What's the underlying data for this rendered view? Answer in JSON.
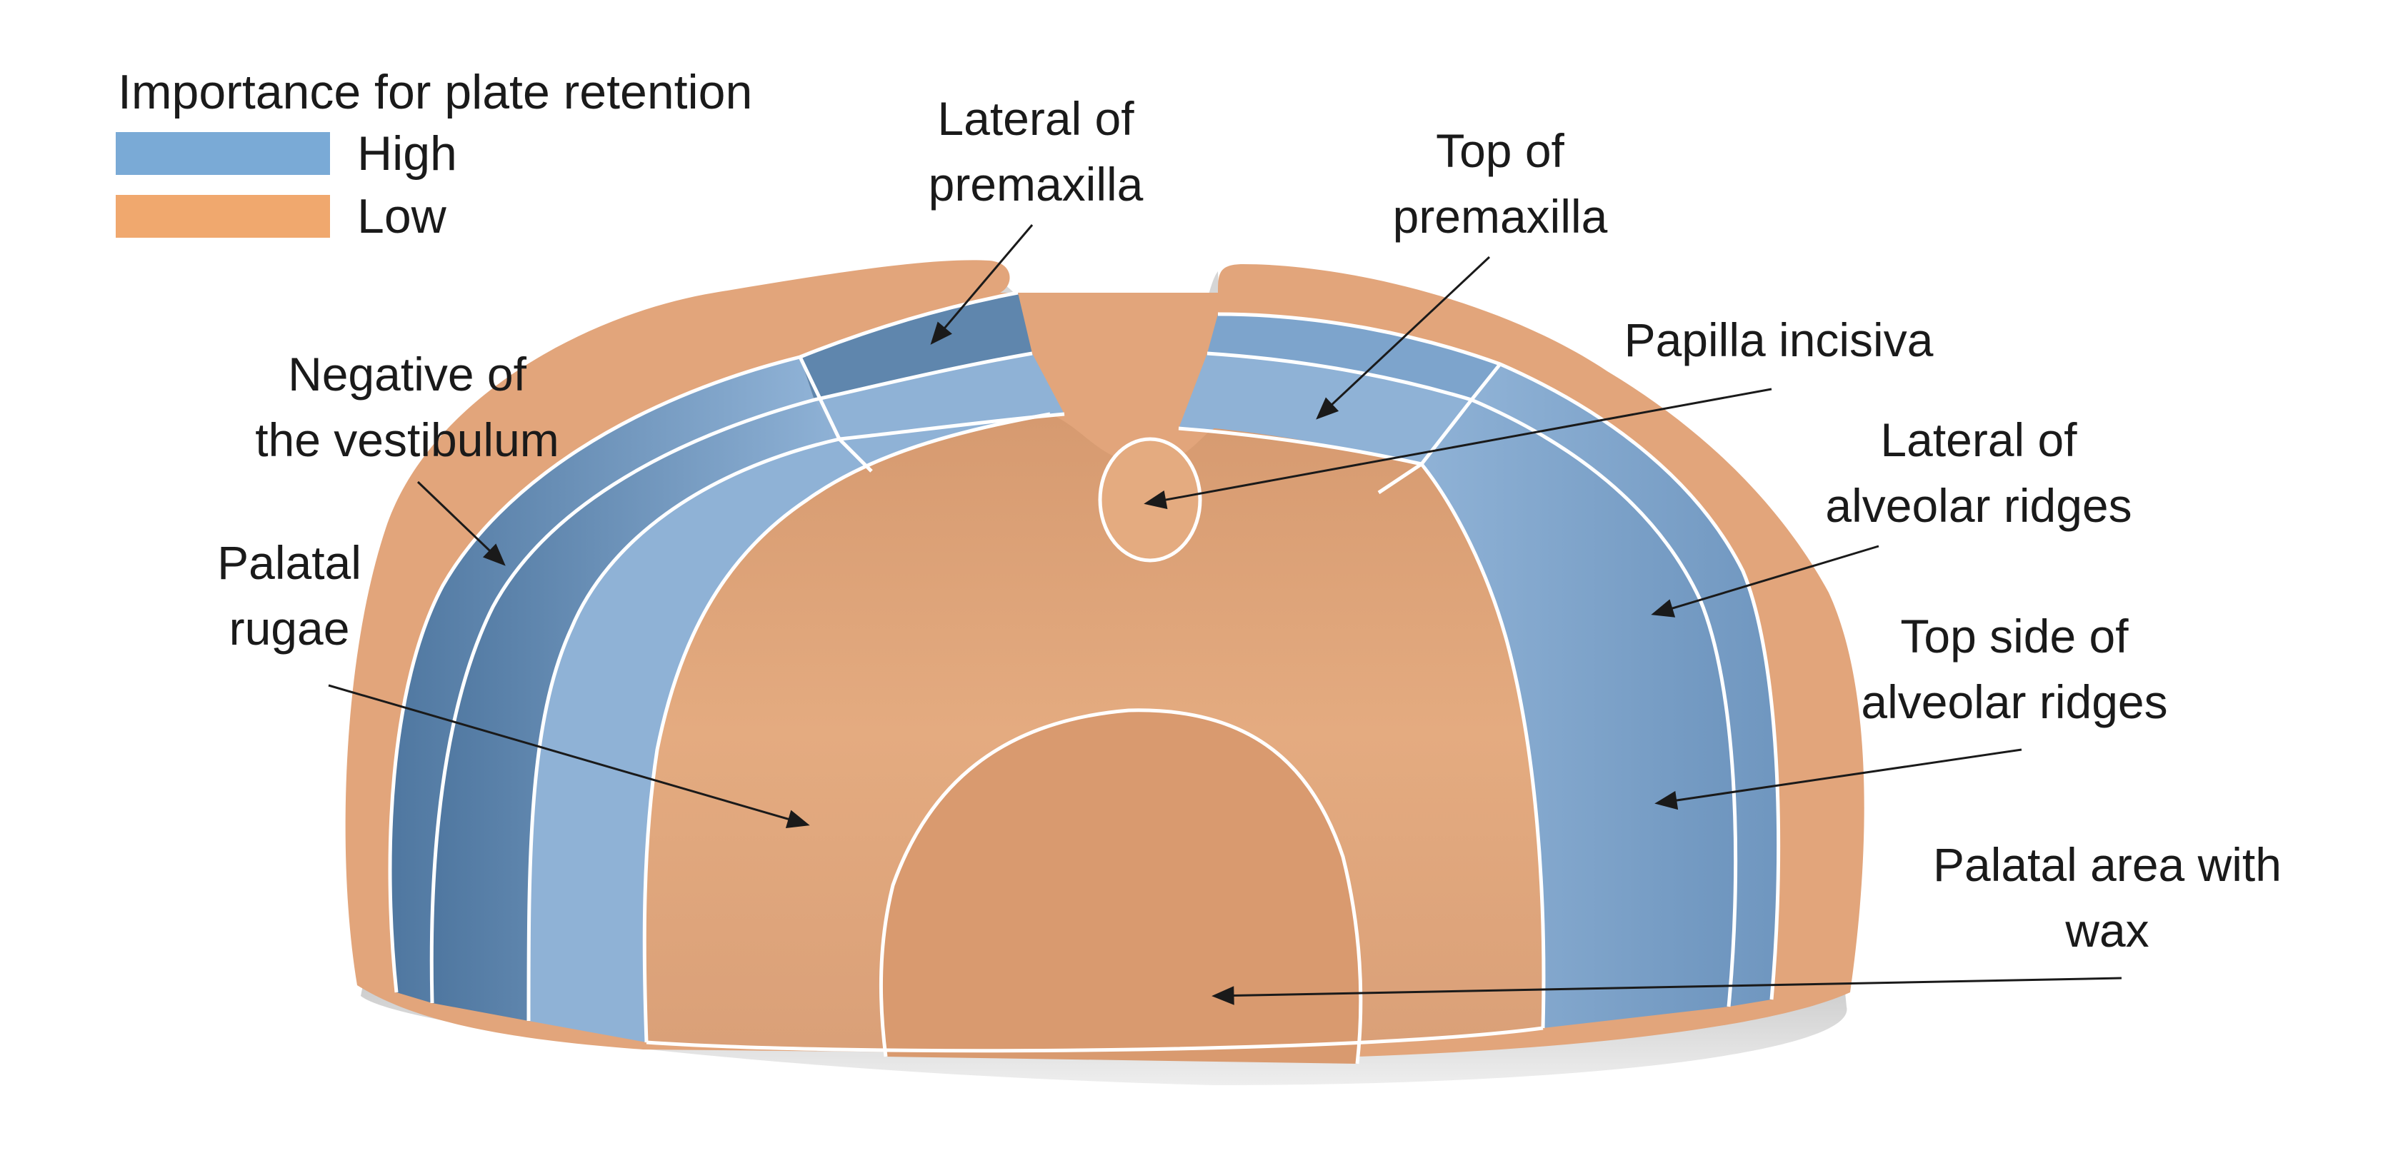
{
  "legend": {
    "title": "Importance for plate retention",
    "items": [
      {
        "label": "High",
        "color": "#7aaad6"
      },
      {
        "label": "Low",
        "color": "#f0a86e"
      }
    ]
  },
  "labels": {
    "lateral_premaxilla": [
      "Lateral of",
      "premaxilla"
    ],
    "top_premaxilla": [
      "Top of",
      "premaxilla"
    ],
    "papilla_incisiva": [
      "Papilla incisiva"
    ],
    "negative_vestibulum": [
      "Negative of",
      "the vestibulum"
    ],
    "lateral_alveolar": [
      "Lateral of",
      "alveolar ridges"
    ],
    "palatal_rugae": [
      "Palatal",
      "rugae"
    ],
    "top_side_alveolar": [
      "Top side of",
      "alveolar ridges"
    ],
    "palatal_wax": [
      "Palatal area with",
      "wax"
    ]
  },
  "colors": {
    "high_region": "#8fb2d6",
    "high_region_dark": "#5f86ad",
    "low_region": "#e0a57c",
    "low_region_dark": "#c4855a",
    "base_grey": "#d9d9d9",
    "outline": "#ffffff",
    "arrow": "#1a1a1a"
  }
}
